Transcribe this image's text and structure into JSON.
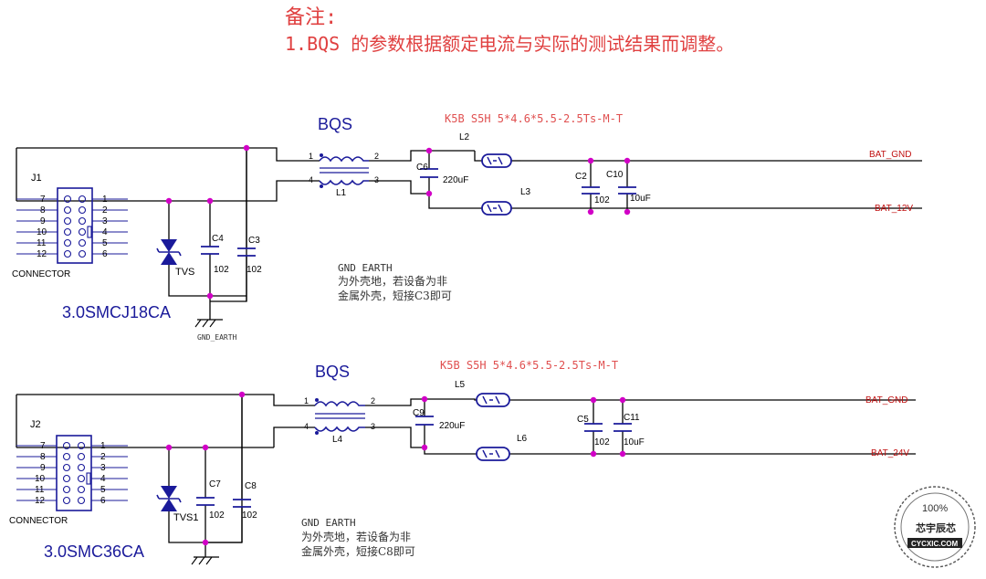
{
  "colors": {
    "wire": "#000000",
    "component": "#1a1a9a",
    "junction": "#d100c6",
    "note": "#e04040",
    "part": "#e05050",
    "net": "#c01010",
    "comment": "#333333"
  },
  "note": {
    "title": "备注:",
    "line1": "1.BQS 的参数根据额定电流与实际的测试结果而调整。"
  },
  "circuit1": {
    "filter_name": "BQS",
    "part_number": "K5B S5H 5*4.6*5.5-2.5Ts-M-T",
    "connector_ref": "J1",
    "connector_label": "CONNECTOR",
    "left_pins": [
      "7",
      "8",
      "9",
      "10",
      "11",
      "12"
    ],
    "right_pins": [
      "1",
      "2",
      "3",
      "4",
      "5",
      "6"
    ],
    "tvs_ref": "TVS",
    "tvs_part": "3.0SMCJ18CA",
    "c_a_ref": "C4",
    "c_a_val": "102",
    "c_b_ref": "C3",
    "c_b_val": "102",
    "choke_ref": "L1",
    "choke_pin1": "1",
    "choke_pin2": "2",
    "choke_pin3": "3",
    "choke_pin4": "4",
    "c_x_ref": "C6",
    "c_x_val": "220uF",
    "bead_top_ref": "L2",
    "bead_bot_ref": "L3",
    "c_out1_ref": "C2",
    "c_out1_val": "102",
    "c_out2_ref": "C10",
    "c_out2_val": "10uF",
    "net_top": "BAT_GND",
    "net_bot": "BAT_12V",
    "gnd_label": "GND_EARTH",
    "comment1": "GND EARTH",
    "comment2": "为外壳地，若设备为非",
    "comment3": "金属外壳，短接C3即可"
  },
  "circuit2": {
    "filter_name": "BQS",
    "part_number": "K5B S5H 5*4.6*5.5-2.5Ts-M-T",
    "connector_ref": "J2",
    "connector_label": "CONNECTOR",
    "left_pins": [
      "7",
      "8",
      "9",
      "10",
      "11",
      "12"
    ],
    "right_pins": [
      "1",
      "2",
      "3",
      "4",
      "5",
      "6"
    ],
    "tvs_ref": "TVS1",
    "tvs_part": "3.0SMC36CA",
    "c_a_ref": "C7",
    "c_a_val": "102",
    "c_b_ref": "C8",
    "c_b_val": "102",
    "choke_ref": "L4",
    "choke_pin1": "1",
    "choke_pin2": "2",
    "choke_pin3": "3",
    "choke_pin4": "4",
    "c_x_ref": "C9",
    "c_x_val": "220uF",
    "bead_top_ref": "L5",
    "bead_bot_ref": "L6",
    "c_out1_ref": "C5",
    "c_out1_val": "102",
    "c_out2_ref": "C11",
    "c_out2_val": "10uF",
    "net_top": "BAT_GND",
    "net_bot": "BAT_24V",
    "comment1": "GND EARTH",
    "comment2": "为外壳地，若设备为非",
    "comment3": "金属外壳，短接C8即可"
  },
  "watermark": {
    "percent": "100%",
    "name": "芯宇辰芯",
    "site": "CYCXIC.COM"
  }
}
